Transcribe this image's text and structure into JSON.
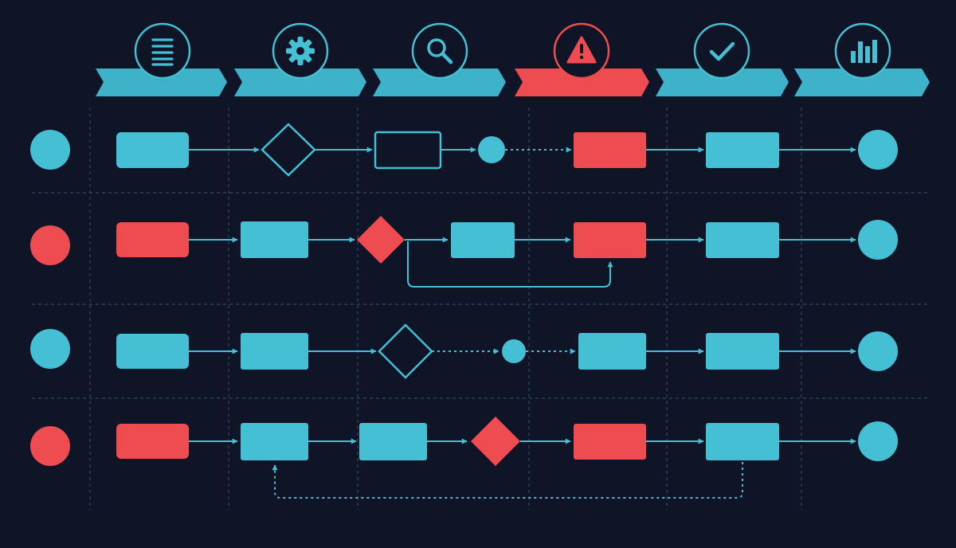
{
  "colors": {
    "background": "#0f1426",
    "teal": "#45bfd3",
    "teal_header": "#3db2c8",
    "red": "#ef4c52",
    "grid": "#2c4a5e"
  },
  "phases": [
    {
      "icon": "list-icon",
      "color": "teal"
    },
    {
      "icon": "gear-icon",
      "color": "teal"
    },
    {
      "icon": "search-icon",
      "color": "teal"
    },
    {
      "icon": "alert-icon",
      "color": "red"
    },
    {
      "icon": "check-icon",
      "color": "teal"
    },
    {
      "icon": "bar-chart-icon",
      "color": "teal"
    }
  ],
  "lanes": [
    {
      "marker": "teal",
      "nodes": [
        {
          "shape": "rect",
          "fill": "teal"
        },
        {
          "shape": "diamond",
          "fill": "outline-teal"
        },
        {
          "shape": "rect",
          "fill": "outline-teal"
        },
        {
          "shape": "circle",
          "fill": "teal"
        },
        {
          "shape": "rect",
          "fill": "red"
        },
        {
          "shape": "rect",
          "fill": "teal"
        },
        {
          "shape": "end-circle",
          "fill": "teal"
        }
      ]
    },
    {
      "marker": "red",
      "nodes": [
        {
          "shape": "rect",
          "fill": "red"
        },
        {
          "shape": "rect",
          "fill": "teal"
        },
        {
          "shape": "diamond",
          "fill": "red"
        },
        {
          "shape": "rect",
          "fill": "teal"
        },
        {
          "shape": "rect",
          "fill": "red"
        },
        {
          "shape": "rect",
          "fill": "teal"
        },
        {
          "shape": "end-circle",
          "fill": "teal"
        }
      ],
      "loop": {
        "from": "diamond",
        "to": "rect-red",
        "style": "solid"
      }
    },
    {
      "marker": "teal",
      "nodes": [
        {
          "shape": "rect",
          "fill": "teal"
        },
        {
          "shape": "rect",
          "fill": "teal"
        },
        {
          "shape": "diamond",
          "fill": "outline-teal"
        },
        {
          "shape": "circle",
          "fill": "teal"
        },
        {
          "shape": "rect",
          "fill": "teal"
        },
        {
          "shape": "rect",
          "fill": "teal"
        },
        {
          "shape": "end-circle",
          "fill": "teal"
        }
      ]
    },
    {
      "marker": "red",
      "nodes": [
        {
          "shape": "rect",
          "fill": "red"
        },
        {
          "shape": "rect",
          "fill": "teal"
        },
        {
          "shape": "rect",
          "fill": "teal"
        },
        {
          "shape": "diamond",
          "fill": "red"
        },
        {
          "shape": "rect",
          "fill": "red"
        },
        {
          "shape": "rect",
          "fill": "teal"
        },
        {
          "shape": "end-circle",
          "fill": "teal"
        }
      ],
      "loop": {
        "from": "rect-teal",
        "to": "rect-teal",
        "style": "dashed"
      }
    }
  ]
}
